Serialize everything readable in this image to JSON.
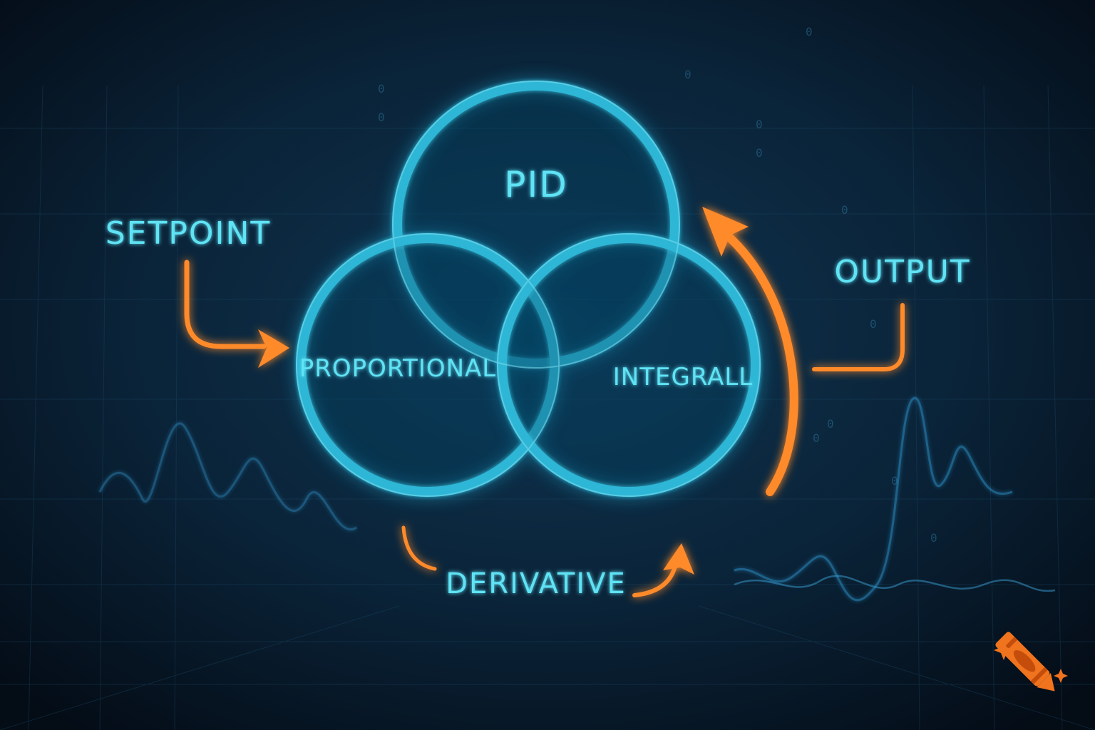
{
  "diagram": {
    "title": "PID",
    "terms": {
      "proportional": "PROPORTIONAL",
      "integral": "INTEGRALL",
      "derivative": "DERIVATIVE"
    },
    "input_label": "SETPOINT",
    "output_label": "OUTPUT",
    "colors": {
      "background": "#06121f",
      "ring": "#2fb6d6",
      "label": "#5fe3f5",
      "arrow": "#ff8a2a"
    }
  },
  "background": {
    "binary_digits": "0"
  },
  "badge": {
    "icon": "crayon-icon"
  }
}
